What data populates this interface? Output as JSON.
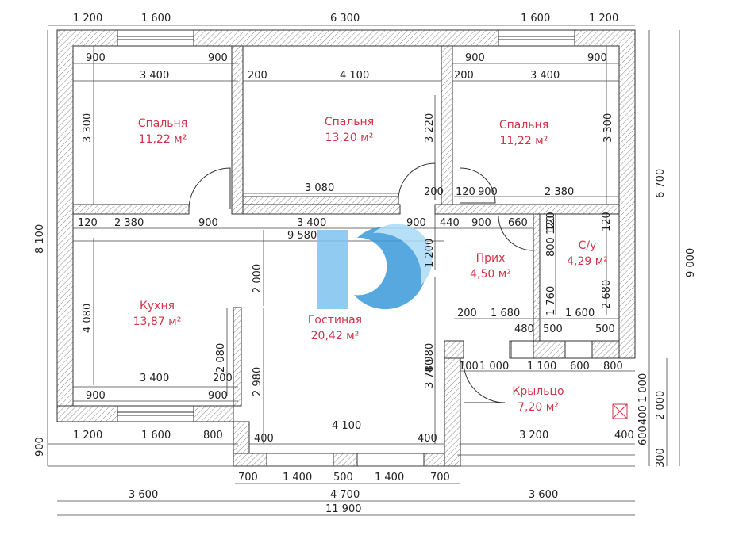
{
  "rooms": [
    {
      "name": "Спальня",
      "area": "11,22 м²"
    },
    {
      "name": "Спальня",
      "area": "13,20 м²"
    },
    {
      "name": "Спальня",
      "area": "11,22 м²"
    },
    {
      "name": "Кухня",
      "area": "13,87 м²"
    },
    {
      "name": "Гостиная",
      "area": "20,42 м²"
    },
    {
      "name": "Прих",
      "area": "4,50 м²"
    },
    {
      "name": "С/у",
      "area": "4,29 м²"
    },
    {
      "name": "Крыльцо",
      "area": "7,20 м²"
    }
  ],
  "dims": {
    "t1": "1 200",
    "t2": "1 600",
    "t3": "6 300",
    "t4": "1 600",
    "t5": "1 200",
    "a1": "900",
    "a2": "900",
    "a3": "3 400",
    "a4": "200",
    "a5": "4 100",
    "a6": "900",
    "a7": "900",
    "a8": "200",
    "a9": "3 400",
    "v1": "3 300",
    "v2": "3 220",
    "v3": "3 300",
    "m1": "3 080",
    "m2": "200",
    "m3": "120",
    "m4": "900",
    "m5": "2 380",
    "r1": "120",
    "r2": "2 380",
    "r3": "900",
    "r4": "3 400",
    "r5": "900",
    "r6": "440",
    "r7": "900",
    "r8": "660",
    "r9": "120",
    "r10": "120",
    "tot1": "9 580",
    "l1": "8 100",
    "l2": "900",
    "k1": "4 080",
    "k2": "2 000",
    "k3": "1 200",
    "k4": "800",
    "k5": "120",
    "k6": "2 680",
    "k7": "1 760",
    "g1": "200",
    "g2": "1 680",
    "g3": "1 600",
    "g4": "480",
    "g5": "500",
    "g6": "500",
    "g7": "4 980",
    "g8": "3 780",
    "h1": "2 080",
    "h2": "200",
    "h3": "3 400",
    "h4": "2 980",
    "p1": "100",
    "p2": "1 000",
    "p3": "1 100",
    "p4": "600",
    "p5": "800",
    "q1": "900",
    "q2": "900",
    "bw1": "1 200",
    "bw2": "1 600",
    "bw3": "800",
    "bw4": "400",
    "bw5": "4 100",
    "bw6": "400",
    "bw7": "3 200",
    "bw8": "400",
    "rv1": "1 000",
    "rv2": "400",
    "rv3": "2 000",
    "rv4": "600",
    "rv5": "300",
    "rt1": "6 700",
    "rt2": "9 000",
    "b1": "700",
    "b2": "1 400",
    "b3": "500",
    "b4": "1 400",
    "b5": "700",
    "c1": "3 600",
    "c2": "4 700",
    "c3": "3 600",
    "total": "11 900"
  },
  "colors": {
    "room_label": "#d0344a",
    "wall_hatch": "#888888",
    "logo_blue": "#3a9ad9"
  },
  "logo": "watermark-logo"
}
